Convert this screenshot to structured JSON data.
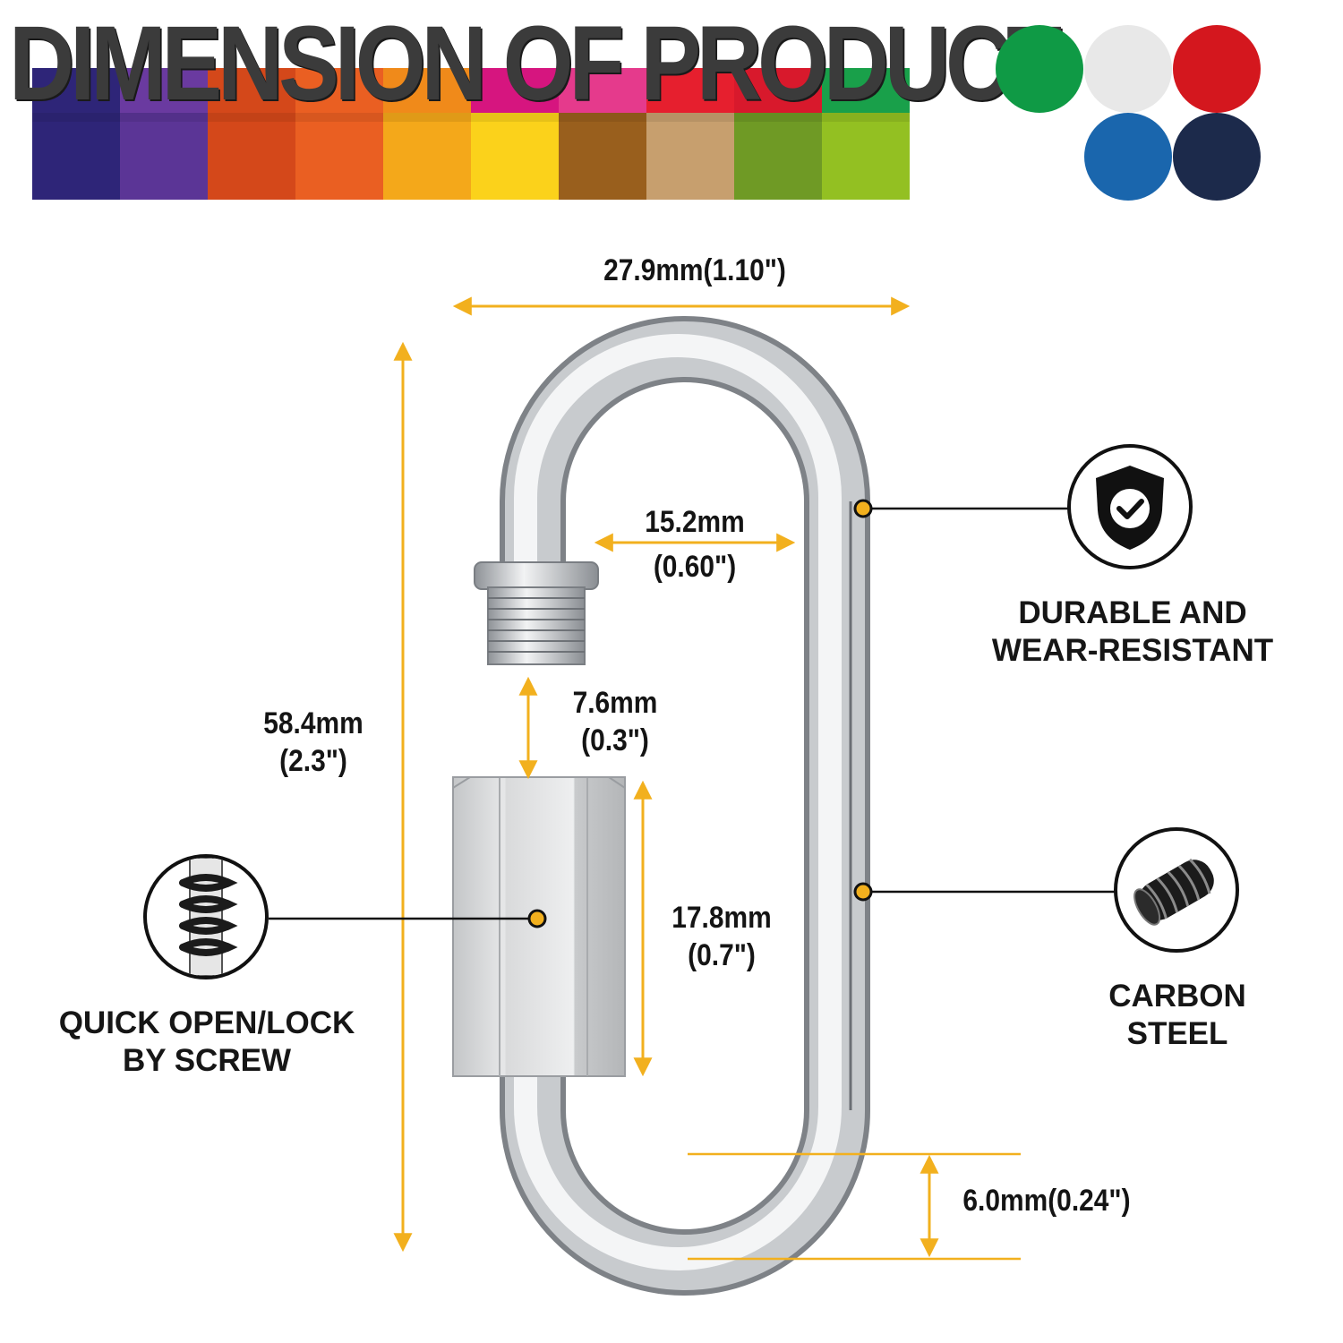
{
  "header": {
    "title": "DIMENSION OF PRODUCT",
    "palette_colors": [
      "#2e2578",
      "#5b3596",
      "#d4481a",
      "#ea5f22",
      "#f4a81a",
      "#fbd21b",
      "#995f1d",
      "#c79f6e",
      "#6f9a25",
      "#93c022"
    ],
    "title_band_colors": [
      "#2e2578",
      "#6a3aa0",
      "#d4481a",
      "#ea5f22",
      "#f08a1a",
      "#d6157f",
      "#e53a8c",
      "#e61f2e",
      "#d8192c",
      "#19a04a"
    ],
    "available_colors": [
      {
        "name": "green",
        "hex": "#0f9a45"
      },
      {
        "name": "white",
        "hex": "#e8e8e8"
      },
      {
        "name": "red",
        "hex": "#d4171e"
      },
      {
        "name": "blue",
        "hex": "#1a66ad"
      },
      {
        "name": "navy",
        "hex": "#1c2a4b"
      }
    ]
  },
  "dimensions": {
    "width": "27.9mm(1.10\")",
    "inner_width_mm": "15.2mm",
    "inner_width_in": "(0.60\")",
    "gap_mm": "7.6mm",
    "gap_in": "(0.3\")",
    "height_mm": "58.4mm",
    "height_in": "(2.3\")",
    "sleeve_mm": "17.8mm",
    "sleeve_in": "(0.7\")",
    "wire": "6.0mm(0.24\")"
  },
  "features": [
    {
      "line1": "DURABLE AND",
      "line2": "WEAR-RESISTANT",
      "icon": "shield-check-icon"
    },
    {
      "line1": "CARBON",
      "line2": "STEEL",
      "icon": "steel-rod-icon"
    },
    {
      "line1": "QUICK OPEN/LOCK",
      "line2": "BY SCREW",
      "icon": "screw-thread-icon"
    }
  ],
  "accent_color": "#f2b01e"
}
